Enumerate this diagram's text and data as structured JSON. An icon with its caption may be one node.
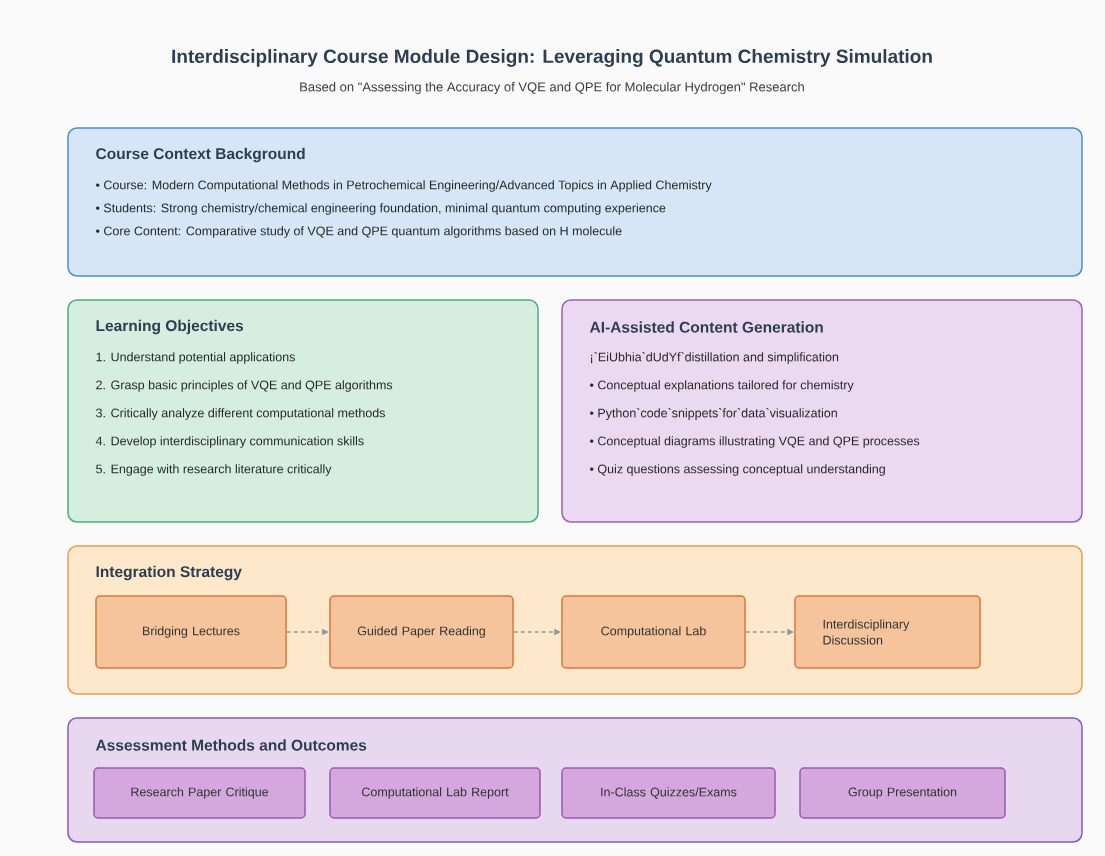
{
  "diagram": {
    "title": "Interdisciplinary Course Module Design: Leveraging Quantum Chemistry Simulation",
    "caption": "Based on \"Assessing the Accuracy of VQE and QPE for Molecular Hydrogen\" Research",
    "nodes": [
      {
        "text": [
          "Course Context Background",
          "• Course: Modern Computational Methods in Petrochemical Engineering/Advanced Topics in Applied Chemistry",
          "• Students: Strong chemistry/chemical engineering foundation, minimal quantum computing experience",
          "• Core Content: Comparative study of VQE and QPE quantum algorithms based on H molecule"
        ]
      },
      {
        "text": [
          "Learning Objectives",
          "1. Understand potential applications",
          "2. Grasp basic principles of VQE and QPE algorithms",
          "3. Critically analyze different computational methods",
          "4. Develop interdisciplinary communication skills",
          "5. Engage with research literature critically"
        ]
      },
      {
        "text": [
          "AI-Assisted Content Generation",
          "¡`EiUbhia`dUdYf`distillation and simplification",
          "• Conceptual explanations tailored for chemistry",
          "• Python`code`snippets`for`data`visualization",
          "• Conceptual diagrams illustrating VQE and QPE processes",
          "• Quiz questions assessing conceptual understanding"
        ]
      },
      {
        "text": [
          "Integration Strategy"
        ]
      },
      {
        "text": [
          "Bridging Lectures"
        ],
        "in": 3
      },
      {
        "text": [
          "Guided Paper Reading"
        ],
        "in": 3
      },
      {
        "text": [
          "Computational Lab"
        ],
        "in": 3
      },
      {
        "text": [
          "Interdisciplinary Discussion"
        ],
        "in": 3
      },
      {
        "text": [
          "Assessment Methods and Outcomes"
        ]
      },
      {
        "text": [
          "Research Paper Critique"
        ],
        "in": 8
      },
      {
        "text": [
          "Computational Lab Report"
        ],
        "in": 8
      },
      {
        "text": [
          "In-Class Quizzes/Exams"
        ],
        "in": 8
      },
      {
        "text": [
          "Group Presentation"
        ],
        "in": 8
      }
    ],
    "edges": [
      {
        "from": 4,
        "to": 5,
        "arrow": "to",
        "style": "dashed"
      },
      {
        "from": 5,
        "to": 6,
        "arrow": "to",
        "style": "dashed"
      },
      {
        "from": 6,
        "to": 7,
        "arrow": "to",
        "style": "dashed"
      }
    ]
  }
}
